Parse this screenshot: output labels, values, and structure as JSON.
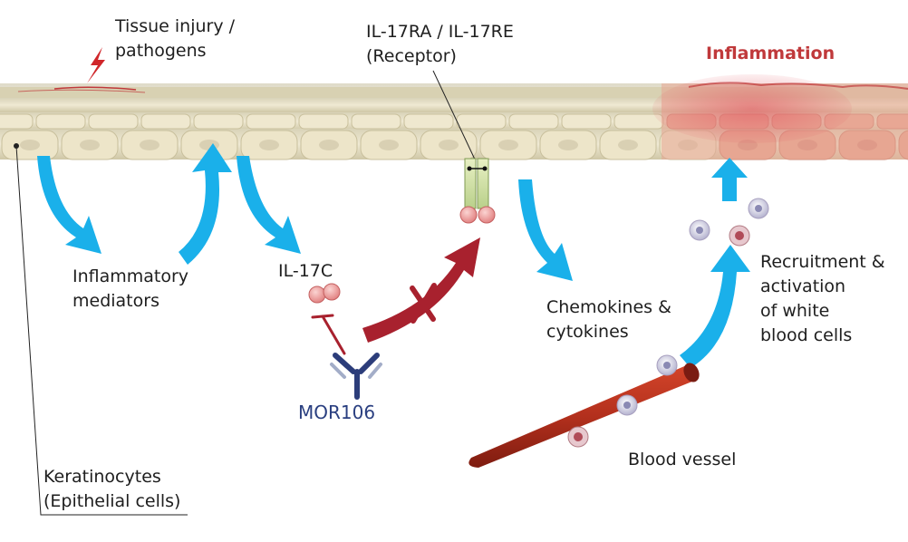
{
  "labels": {
    "tissue_injury": [
      "Tissue injury /",
      "pathogens"
    ],
    "receptor": [
      "IL-17RA / IL-17RE",
      "(Receptor)"
    ],
    "inflammation": "Inflammation",
    "inflammatory_mediators": [
      "Inflammatory",
      "mediators"
    ],
    "il17c": "IL-17C",
    "mor106": "MOR106",
    "chemokines": [
      "Chemokines &",
      "cytokines"
    ],
    "recruitment": [
      "Recruitment &",
      "activation",
      "of white",
      "blood cells"
    ],
    "blood_vessel": "Blood vessel",
    "keratinocytes": [
      "Keratinocytes",
      "(Epithelial cells)"
    ]
  },
  "colors": {
    "flow_arrow": "#1ab0ea",
    "blocked_arrow": "#a8212e",
    "antibody": "#2c3d7a",
    "inhibition": "#a8212e",
    "cytokine": "#e98b8b",
    "skin": "#e9e0c6",
    "inflamed_skin": "#e6a08f",
    "vessel": "#b8321e",
    "inflammation_text": "#c0393b"
  }
}
